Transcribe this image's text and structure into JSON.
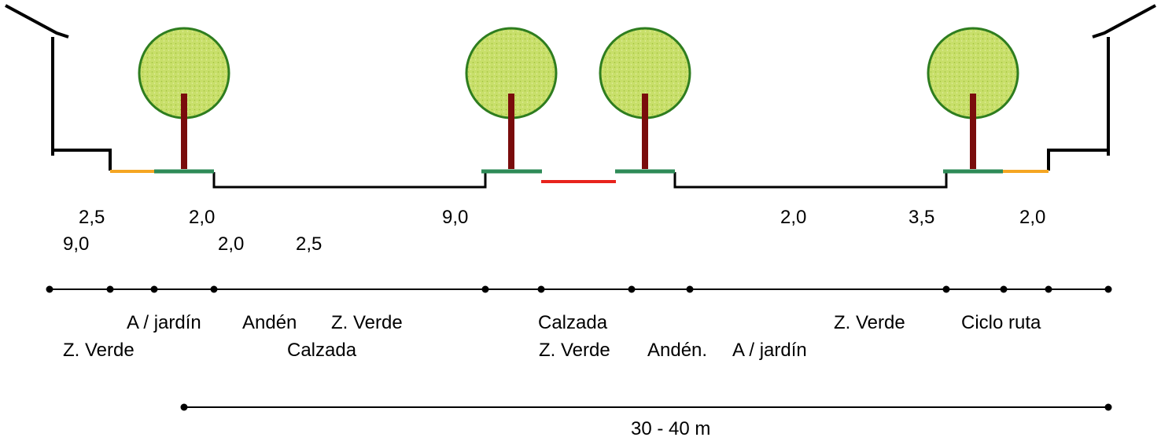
{
  "colors": {
    "outline": "#000000",
    "trunk": "#7a0c0c",
    "canopy_fill": "#c8df6a",
    "canopy_stroke": "#2e7d1f",
    "green_strip": "#2e8b57",
    "bike_lane": "#f5a623",
    "median": "#e8231c"
  },
  "measurements": {
    "row1": [
      "2,5",
      "2,0",
      "9,0",
      "2,0",
      "3,5",
      "2,0"
    ],
    "row2": [
      "9,0",
      "2,0",
      "2,5"
    ]
  },
  "labels": {
    "row1": [
      "A / jardín",
      "Andén",
      "Z. Verde",
      "Calzada",
      "Z. Verde",
      "Ciclo ruta"
    ],
    "row2": [
      "Z. Verde",
      "Calzada",
      "Z. Verde",
      "Andén.",
      "A / jardín"
    ]
  },
  "total": {
    "label": "30 - 40 m"
  }
}
